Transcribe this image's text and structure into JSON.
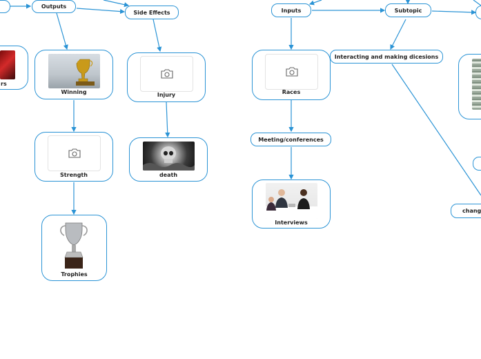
{
  "theme": {
    "accent": "#2a93d5"
  },
  "nodes": {
    "outputs": "Outputs",
    "side_effects": "Side Effects",
    "winning": "Winning",
    "injury": "Injury",
    "strength": "Strength",
    "death": "death",
    "trophies": "Trophies",
    "cars_partial": "rs",
    "inputs": "Inputs",
    "subtopic": "Subtopic",
    "races": "Races",
    "interacting": "Interacting and making dicesions",
    "meeting": "Meeting/conferences",
    "interviews": "Interviews",
    "changing_partial": "changi"
  },
  "icons": {
    "placeholder": "camera-icon"
  }
}
